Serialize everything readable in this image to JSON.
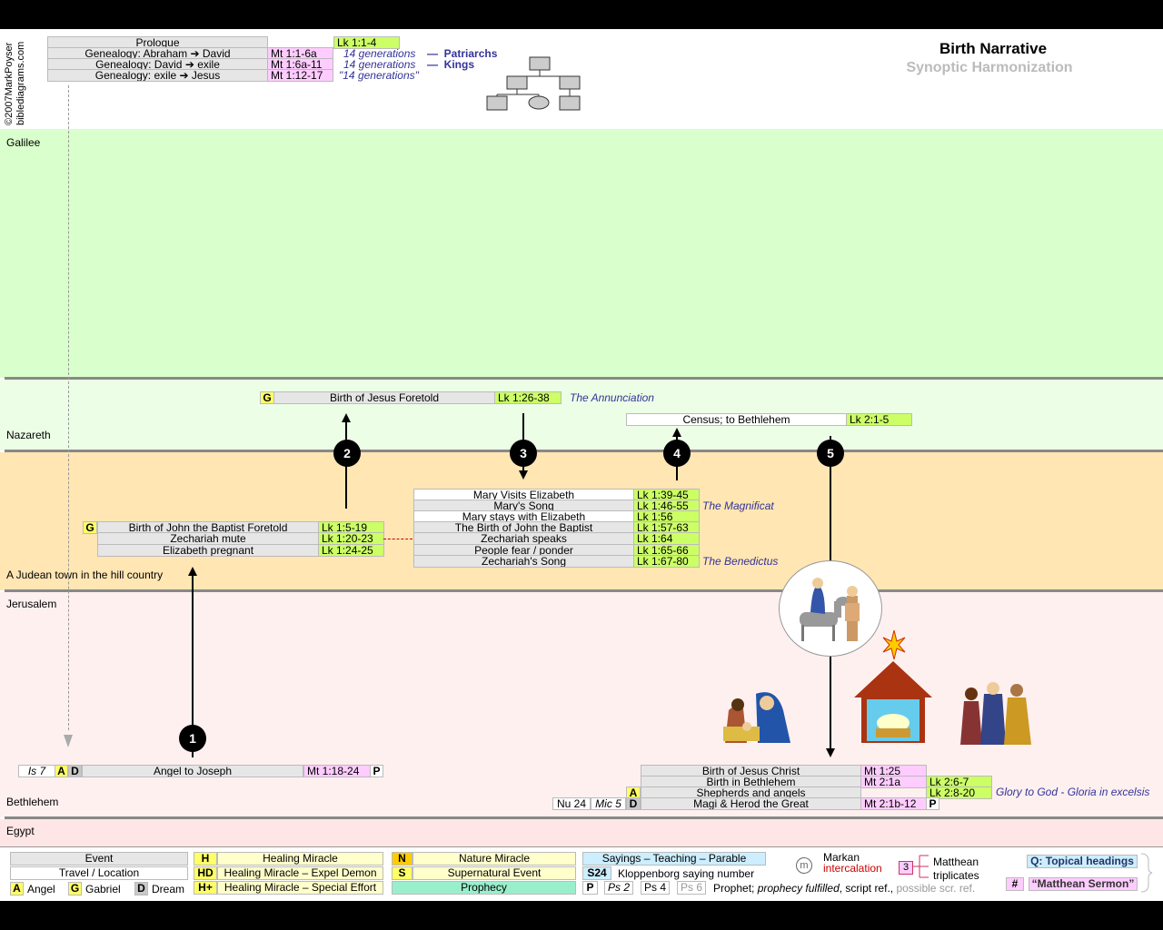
{
  "header": {
    "title": "Birth Narrative",
    "subtitle": "Synoptic Harmonization",
    "copyright": "©2007MarkPoyser",
    "site": "biblediagrams.com"
  },
  "prologue": {
    "title": "Prologue",
    "ref": "Lk 1:1-4",
    "rows": [
      {
        "label": "Genealogy: Abraham ➔ David",
        "ref": "Mt 1:1-6a",
        "note": "14 generations",
        "tag": "Patriarchs"
      },
      {
        "label": "Genealogy: David ➔ exile",
        "ref": "Mt 1:6a-11",
        "note": "14 generations",
        "tag": "Kings"
      },
      {
        "label": "Genealogy: exile ➔ Jesus",
        "ref": "Mt 1:12-17",
        "note": "\"14 generations\"",
        "tag": ""
      }
    ]
  },
  "locations": {
    "galilee": "Galilee",
    "nazareth": "Nazareth",
    "judea": "A Judean town in the hill country",
    "jerusalem": "Jerusalem",
    "bethlehem": "Bethlehem",
    "egypt": "Egypt"
  },
  "colors": {
    "galilee": "#d9ffcc",
    "nazareth": "#ecffe6",
    "judea": "#ffe6b3",
    "jerusalem": "#fff0f0",
    "egypt": "#ffe6e6",
    "luke": "#ccff66",
    "matthew": "#ffccff",
    "event": "#e6e6e6"
  },
  "events": {
    "annunciation": {
      "tag": "G",
      "label": "Birth of Jesus Foretold",
      "ref": "Lk 1:26-38",
      "note": "The Annunciation"
    },
    "census": {
      "label": "Census; to Bethlehem",
      "ref": "Lk 2:1-5"
    },
    "john": [
      {
        "tag": "G",
        "label": "Birth of John the Baptist Foretold",
        "ref": "Lk 1:5-19"
      },
      {
        "label": "Zechariah mute",
        "ref": "Lk 1:20-23"
      },
      {
        "label": "Elizabeth pregnant",
        "ref": "Lk 1:24-25"
      }
    ],
    "visit": [
      {
        "label": "Mary Visits Elizabeth",
        "ref": "Lk 1:39-45",
        "note": ""
      },
      {
        "label": "Mary's Song",
        "ref": "Lk 1:46-55",
        "note": "The Magnificat"
      },
      {
        "label": "Mary stays with Elizabeth",
        "ref": "Lk 1:56",
        "note": ""
      },
      {
        "label": "The Birth of John the Baptist",
        "ref": "Lk 1:57-63",
        "note": ""
      },
      {
        "label": "Zechariah speaks",
        "ref": "Lk 1:64",
        "note": ""
      },
      {
        "label": "People fear / ponder",
        "ref": "Lk 1:65-66",
        "note": ""
      },
      {
        "label": "Zechariah's Song",
        "ref": "Lk 1:67-80",
        "note": "The Benedictus"
      }
    ],
    "joseph": {
      "pre": "Is 7",
      "tag1": "A",
      "tag2": "D",
      "label": "Angel to Joseph",
      "ref": "Mt 1:18-24",
      "post": "P"
    },
    "birth": [
      {
        "label": "Birth of Jesus Christ",
        "mt": "Mt 1:25",
        "lk": ""
      },
      {
        "label": "Birth in Bethlehem",
        "mt": "Mt 2:1a",
        "lk": "Lk 2:6-7"
      },
      {
        "tag": "A",
        "label": "Shepherds and angels",
        "mt": "",
        "lk": "Lk 2:8-20",
        "note": "Glory to God - Gloria in excelsis"
      },
      {
        "pre1": "Nu 24",
        "pre2": "Mic 5",
        "tag": "D",
        "label": "Magi & Herod the Great",
        "mt": "Mt 2:1b-12",
        "post": "P"
      }
    ]
  },
  "markers": [
    "1",
    "2",
    "3",
    "4",
    "5"
  ],
  "legend": {
    "event": "Event",
    "travel": "Travel / Location",
    "angel_tag": "A",
    "angel": "Angel",
    "gabriel_tag": "G",
    "gabriel": "Gabriel",
    "dream_tag": "D",
    "dream": "Dream",
    "h_tag": "H",
    "h": "Healing Miracle",
    "hd_tag": "HD",
    "hd": "Healing Miracle – Expel Demon",
    "hp_tag": "H+",
    "hp": "Healing Miracle – Special Effort",
    "n_tag": "N",
    "n": "Nature Miracle",
    "s_tag": "S",
    "s": "Supernatural Event",
    "prophecy": "Prophecy",
    "sayings": "Sayings – Teaching – Parable",
    "s24_tag": "S24",
    "s24": "Kloppenborg saying number",
    "p_tag": "P",
    "ps2": "Ps 2",
    "ps4": "Ps 4",
    "ps6": "Ps 6",
    "prophet1": "Prophet; ",
    "prophet2": "prophecy fulfilled",
    "prophet3": ", script ref., ",
    "prophet4": "possible scr. ref.",
    "markan1": "Markan",
    "markan2": "intercalation",
    "m_icon": "m",
    "matthean1": "Matthean",
    "matthean2": "triplicates",
    "triplicate_num": "3",
    "q": "Q: Topical headings",
    "hash": "#",
    "sermon": "“Matthean Sermon”"
  }
}
